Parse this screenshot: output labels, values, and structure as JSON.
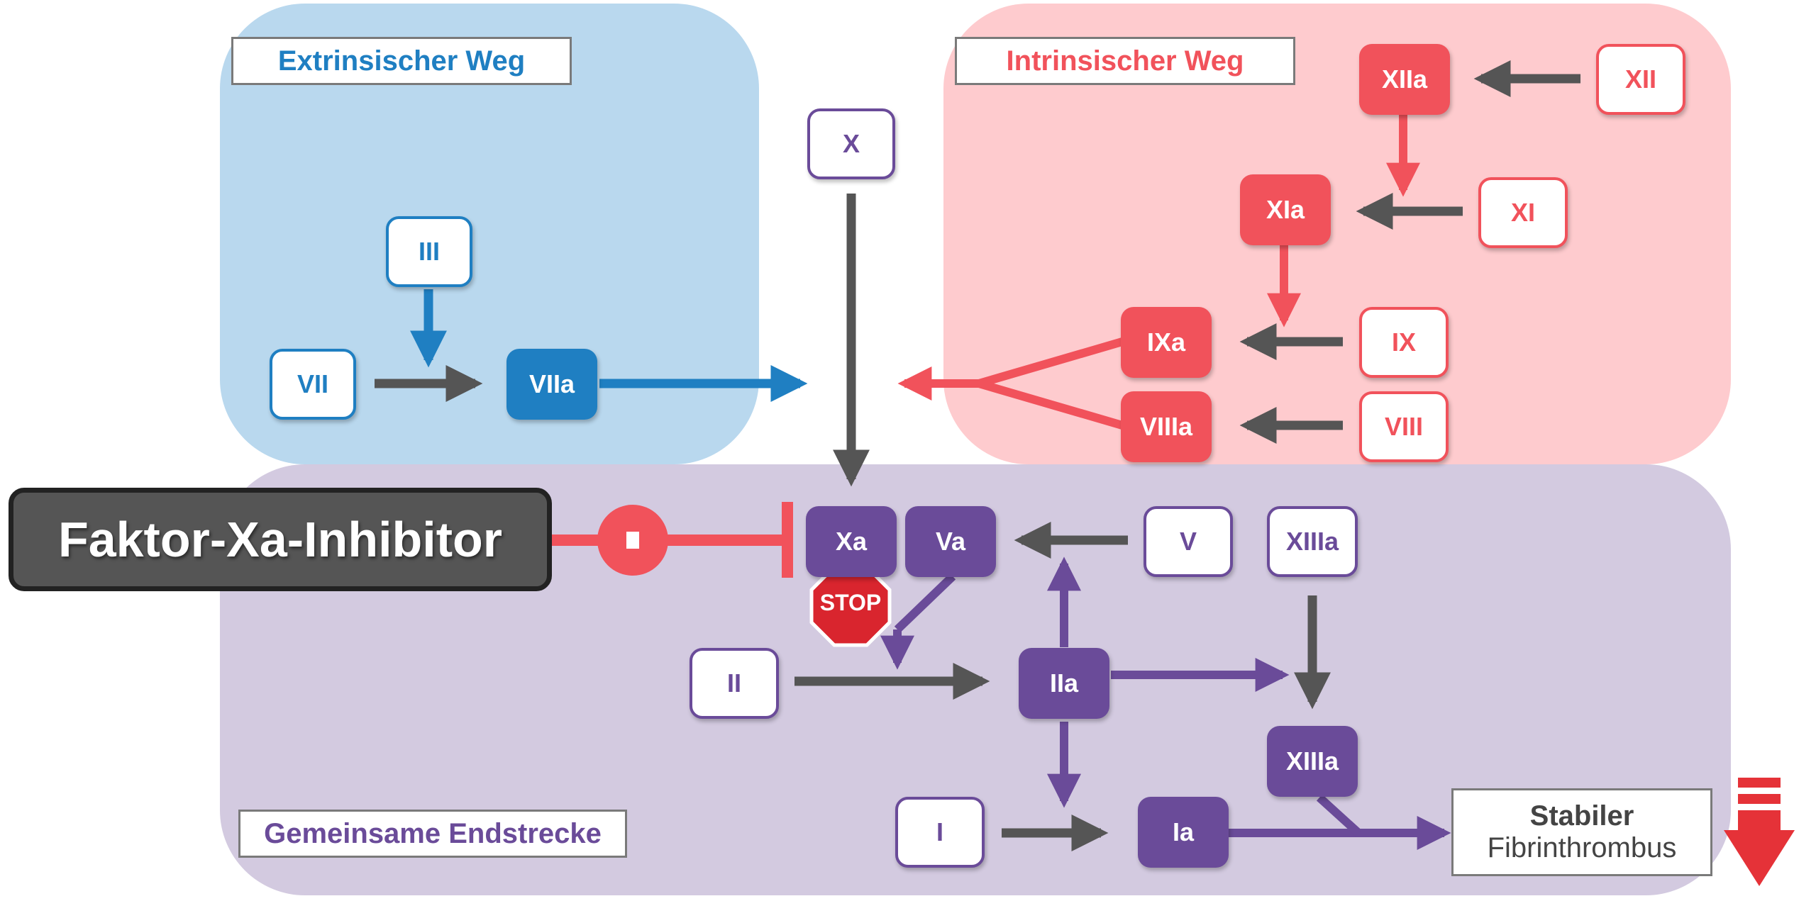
{
  "regions": {
    "extrinsic": {
      "title": "Extrinsischer Weg",
      "color": "#1f7fc2"
    },
    "intrinsic": {
      "title": "Intrinsischer Weg",
      "color": "#f1525b"
    },
    "common": {
      "title": "Gemeinsame Endstrecke",
      "color": "#6a4b99"
    }
  },
  "factors": {
    "III": "III",
    "VII": "VII",
    "VIIa": "VIIa",
    "X": "X",
    "XII": "XII",
    "XIIa": "XIIa",
    "XI": "XI",
    "XIa": "XIa",
    "IX": "IX",
    "IXa": "IXa",
    "VIII": "VIII",
    "VIIIa": "VIIIa",
    "Xa": "Xa",
    "Va": "Va",
    "V": "V",
    "XIIIa_top": "XIIIa",
    "II": "II",
    "IIa": "IIa",
    "XIIIa_bottom": "XIIIa",
    "I": "I",
    "Ia": "Ia"
  },
  "inhibitor": {
    "label": "Faktor-Xa-Inhibitor"
  },
  "stop_sign": {
    "label": "STOP"
  },
  "result": {
    "line1": "Stabiler",
    "line2": "Fibrinthrombus"
  },
  "colors": {
    "extrinsic_bg": "#b9d8ee",
    "intrinsic_bg": "#fecbce",
    "common_bg": "#d3cae0",
    "arrow_dark": "#555555"
  }
}
